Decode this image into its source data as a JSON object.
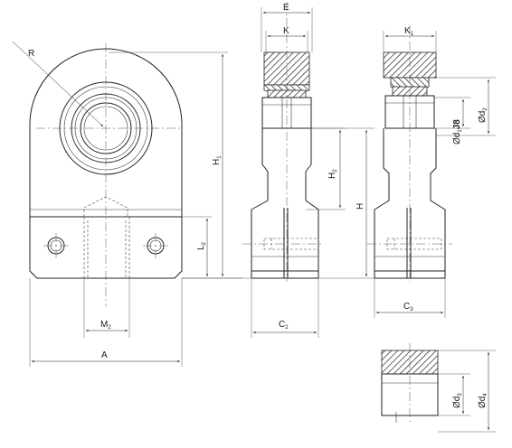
{
  "labels": {
    "R": "R",
    "E": "E",
    "K": "K",
    "K1": "K",
    "K1_sub": "1",
    "H1": "H",
    "H1_sub": "1",
    "H2": "H",
    "H2_sub": "2",
    "H": "H",
    "L2": "L",
    "L2_sub": "2",
    "M2": "M",
    "M2_sub": "2",
    "A": "A",
    "C2": "C",
    "C2_sub": "2",
    "C3": "C",
    "C3_sub": "3",
    "d1": "Ød",
    "d1_sub": "1",
    "d1_tol": "J8",
    "d2": "Ød",
    "d2_sub": "2",
    "d3": "Ød",
    "d3_sub": "3",
    "d4": "Ød",
    "d4_sub": "4"
  }
}
